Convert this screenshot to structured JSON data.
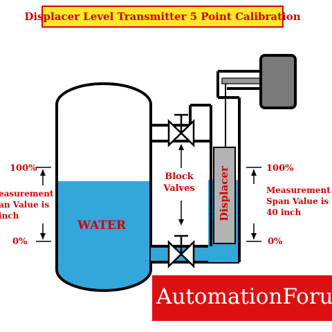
{
  "title": "Displacer Level Transmitter 5 Point Calibration",
  "left_scale": {
    "top_label": "100%",
    "bottom_label": "0%",
    "span_lines": [
      "easurement",
      "an Value is",
      "inch"
    ]
  },
  "right_scale": {
    "top_label": "100%",
    "bottom_label": "0%",
    "span_lines": [
      "Measurement",
      "Span Value is",
      "40 inch"
    ]
  },
  "vessel_label": "WATER",
  "valve_label_lines": [
    "Block",
    "Valves"
  ],
  "displacer_label": "Displacer",
  "brand_text": "AutomationForum.Co",
  "colors": {
    "water": "#33a6db",
    "label_red": "#d40000",
    "title_bg": "#ffe92a",
    "displacer_gray": "#b3b3b3",
    "brand_bg": "#dd1010"
  }
}
